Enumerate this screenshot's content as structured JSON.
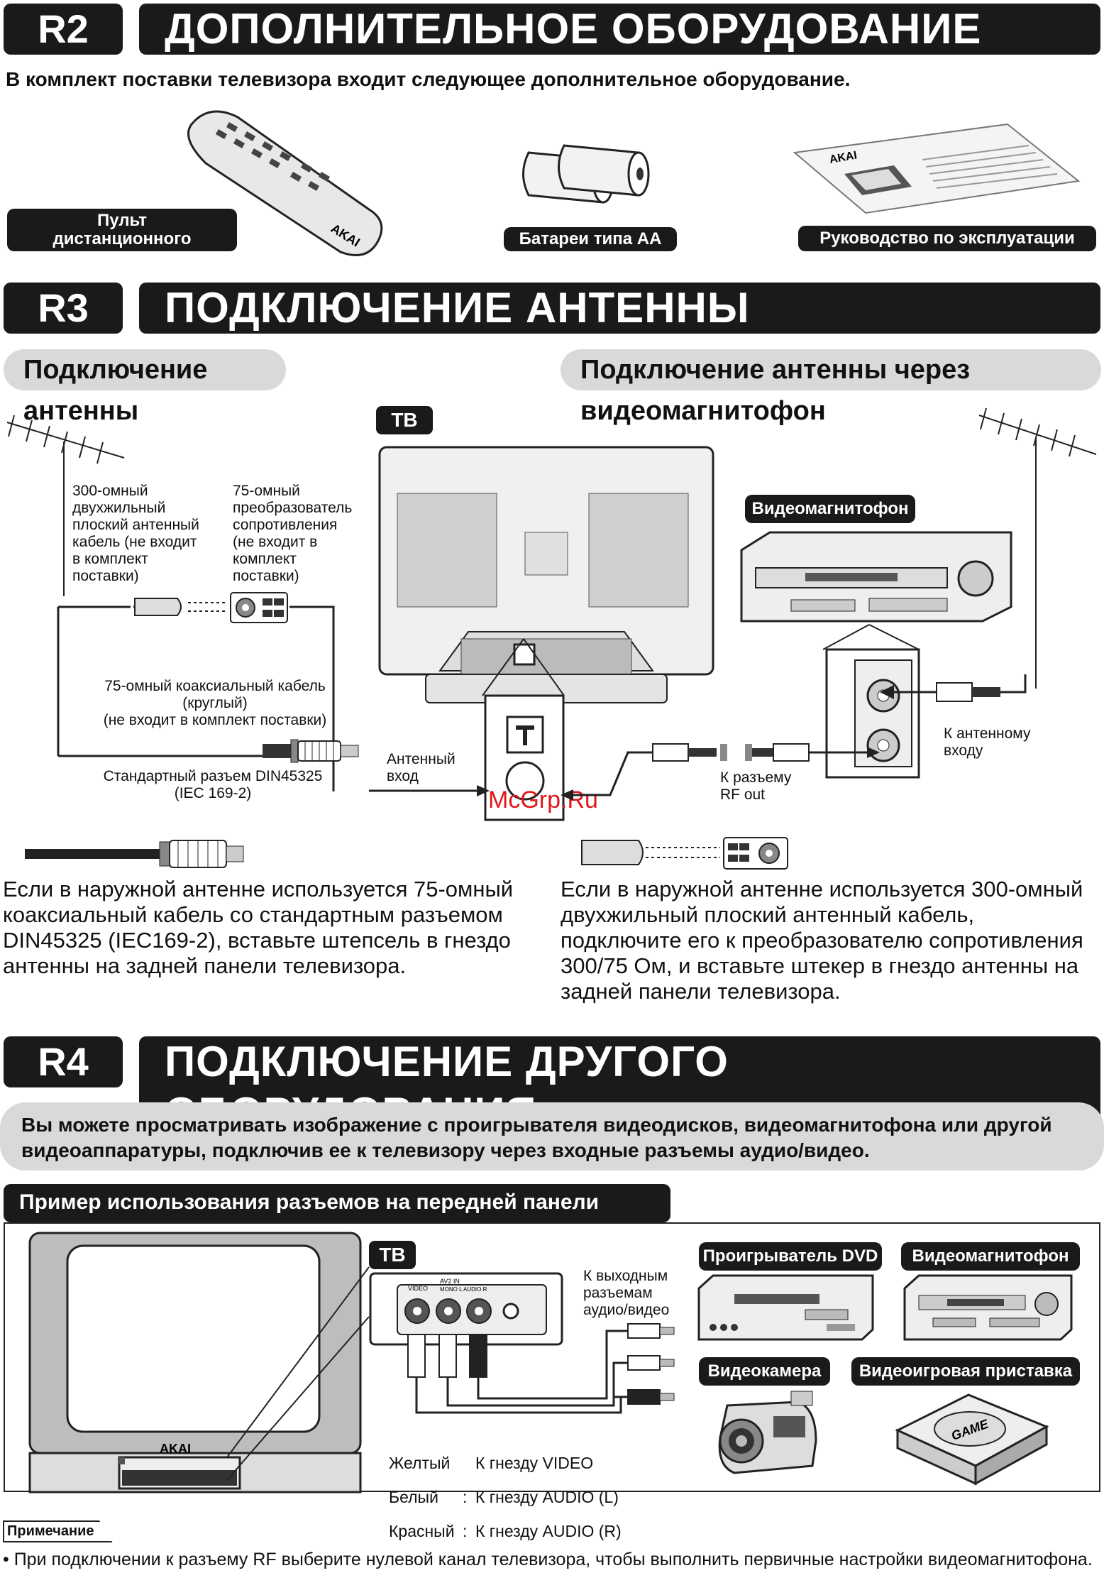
{
  "r2": {
    "num": "R2",
    "title": "ДОПОЛНИТЕЛЬНОЕ ОБОРУДОВАНИЕ",
    "intro": "В комплект поставки телевизора входит следующее дополнительное оборудование.",
    "items": [
      "Пульт дистанционного управления",
      "Батареи типа AA",
      "Руководство по эксплуатации"
    ],
    "logo": "AKAI"
  },
  "r3": {
    "num": "R3",
    "title": "ПОДКЛЮЧЕНИЕ АНТЕННЫ",
    "sub_left": "Подключение антенны",
    "sub_right": "Подключение антенны через видеомагнитофон",
    "tv_tag": "ТВ",
    "vcr_tag": "Видеомагнитофон",
    "cable300": "300-омный\nдвухжильный\nплоский антенный\nкабель (не входит\nв комплект\nпоставки)",
    "conv75": "75-омный\nпреобразователь\nсопротивления\n(не входит в\nкомплект\nпоставки)",
    "coax": "75-омный коаксиальный кабель\n(круглый)\n(не входит в комплект поставки)",
    "din": "Стандартный разъем DIN45325\n(IEC 169-2)",
    "ant_in": "Антенный\nвход",
    "rf_out": "К разъему\nRF out",
    "to_ant": "К антенному\nвходу",
    "watermark": "McGrp.Ru",
    "text_left": "Если в наружной антенне используется 75-омный коаксиальный кабель со стандартным разъемом DIN45325 (IEC169-2), вставьте штепсель в гнездо антенны на задней панели телевизора.",
    "text_right": "Если в наружной антенне используется 300-омный двухжильный плоский антенный кабель, подключите его к преобразователю сопротивления 300/75 Ом, и вставьте штекер в гнездо антенны на задней панели телевизора."
  },
  "r4": {
    "num": "R4",
    "title": "ПОДКЛЮЧЕНИЕ ДРУГОГО ОБОРУДОВАНИЯ",
    "intro": "Вы можете просматривать изображение с проигрывателя видеодисков, видеомагнитофона или другой видеоаппаратуры, подключив ее к телевизору через входные разъемы аудио/видео.",
    "example": "Пример использования разъемов на передней панели",
    "tv_tag": "ТВ",
    "jack_labels": [
      "VIDEO",
      "AV2 IN",
      "MONO L AUDIO R"
    ],
    "outputs": "К выходным\nразъемам\nаудио/видео",
    "devices": [
      "Проигрыватель DVD",
      "Видеомагнитофон",
      "Видеокамера",
      "Видеоигровая приставка"
    ],
    "game_label": "GAME",
    "logo": "AKAI",
    "legend": [
      {
        "color": "Желтый",
        "sep": "",
        "target": "К гнезду VIDEO"
      },
      {
        "color": "Белый",
        "sep": ":",
        "target": "К гнезду AUDIO (L)"
      },
      {
        "color": "Красный",
        "sep": ":",
        "target": "К гнезду AUDIO (R)"
      }
    ],
    "note_tag": "Примечание",
    "note": "При подключении к разъему RF выберите нулевой канал телевизора, чтобы выполнить первичные настройки видеомагнитофона."
  }
}
